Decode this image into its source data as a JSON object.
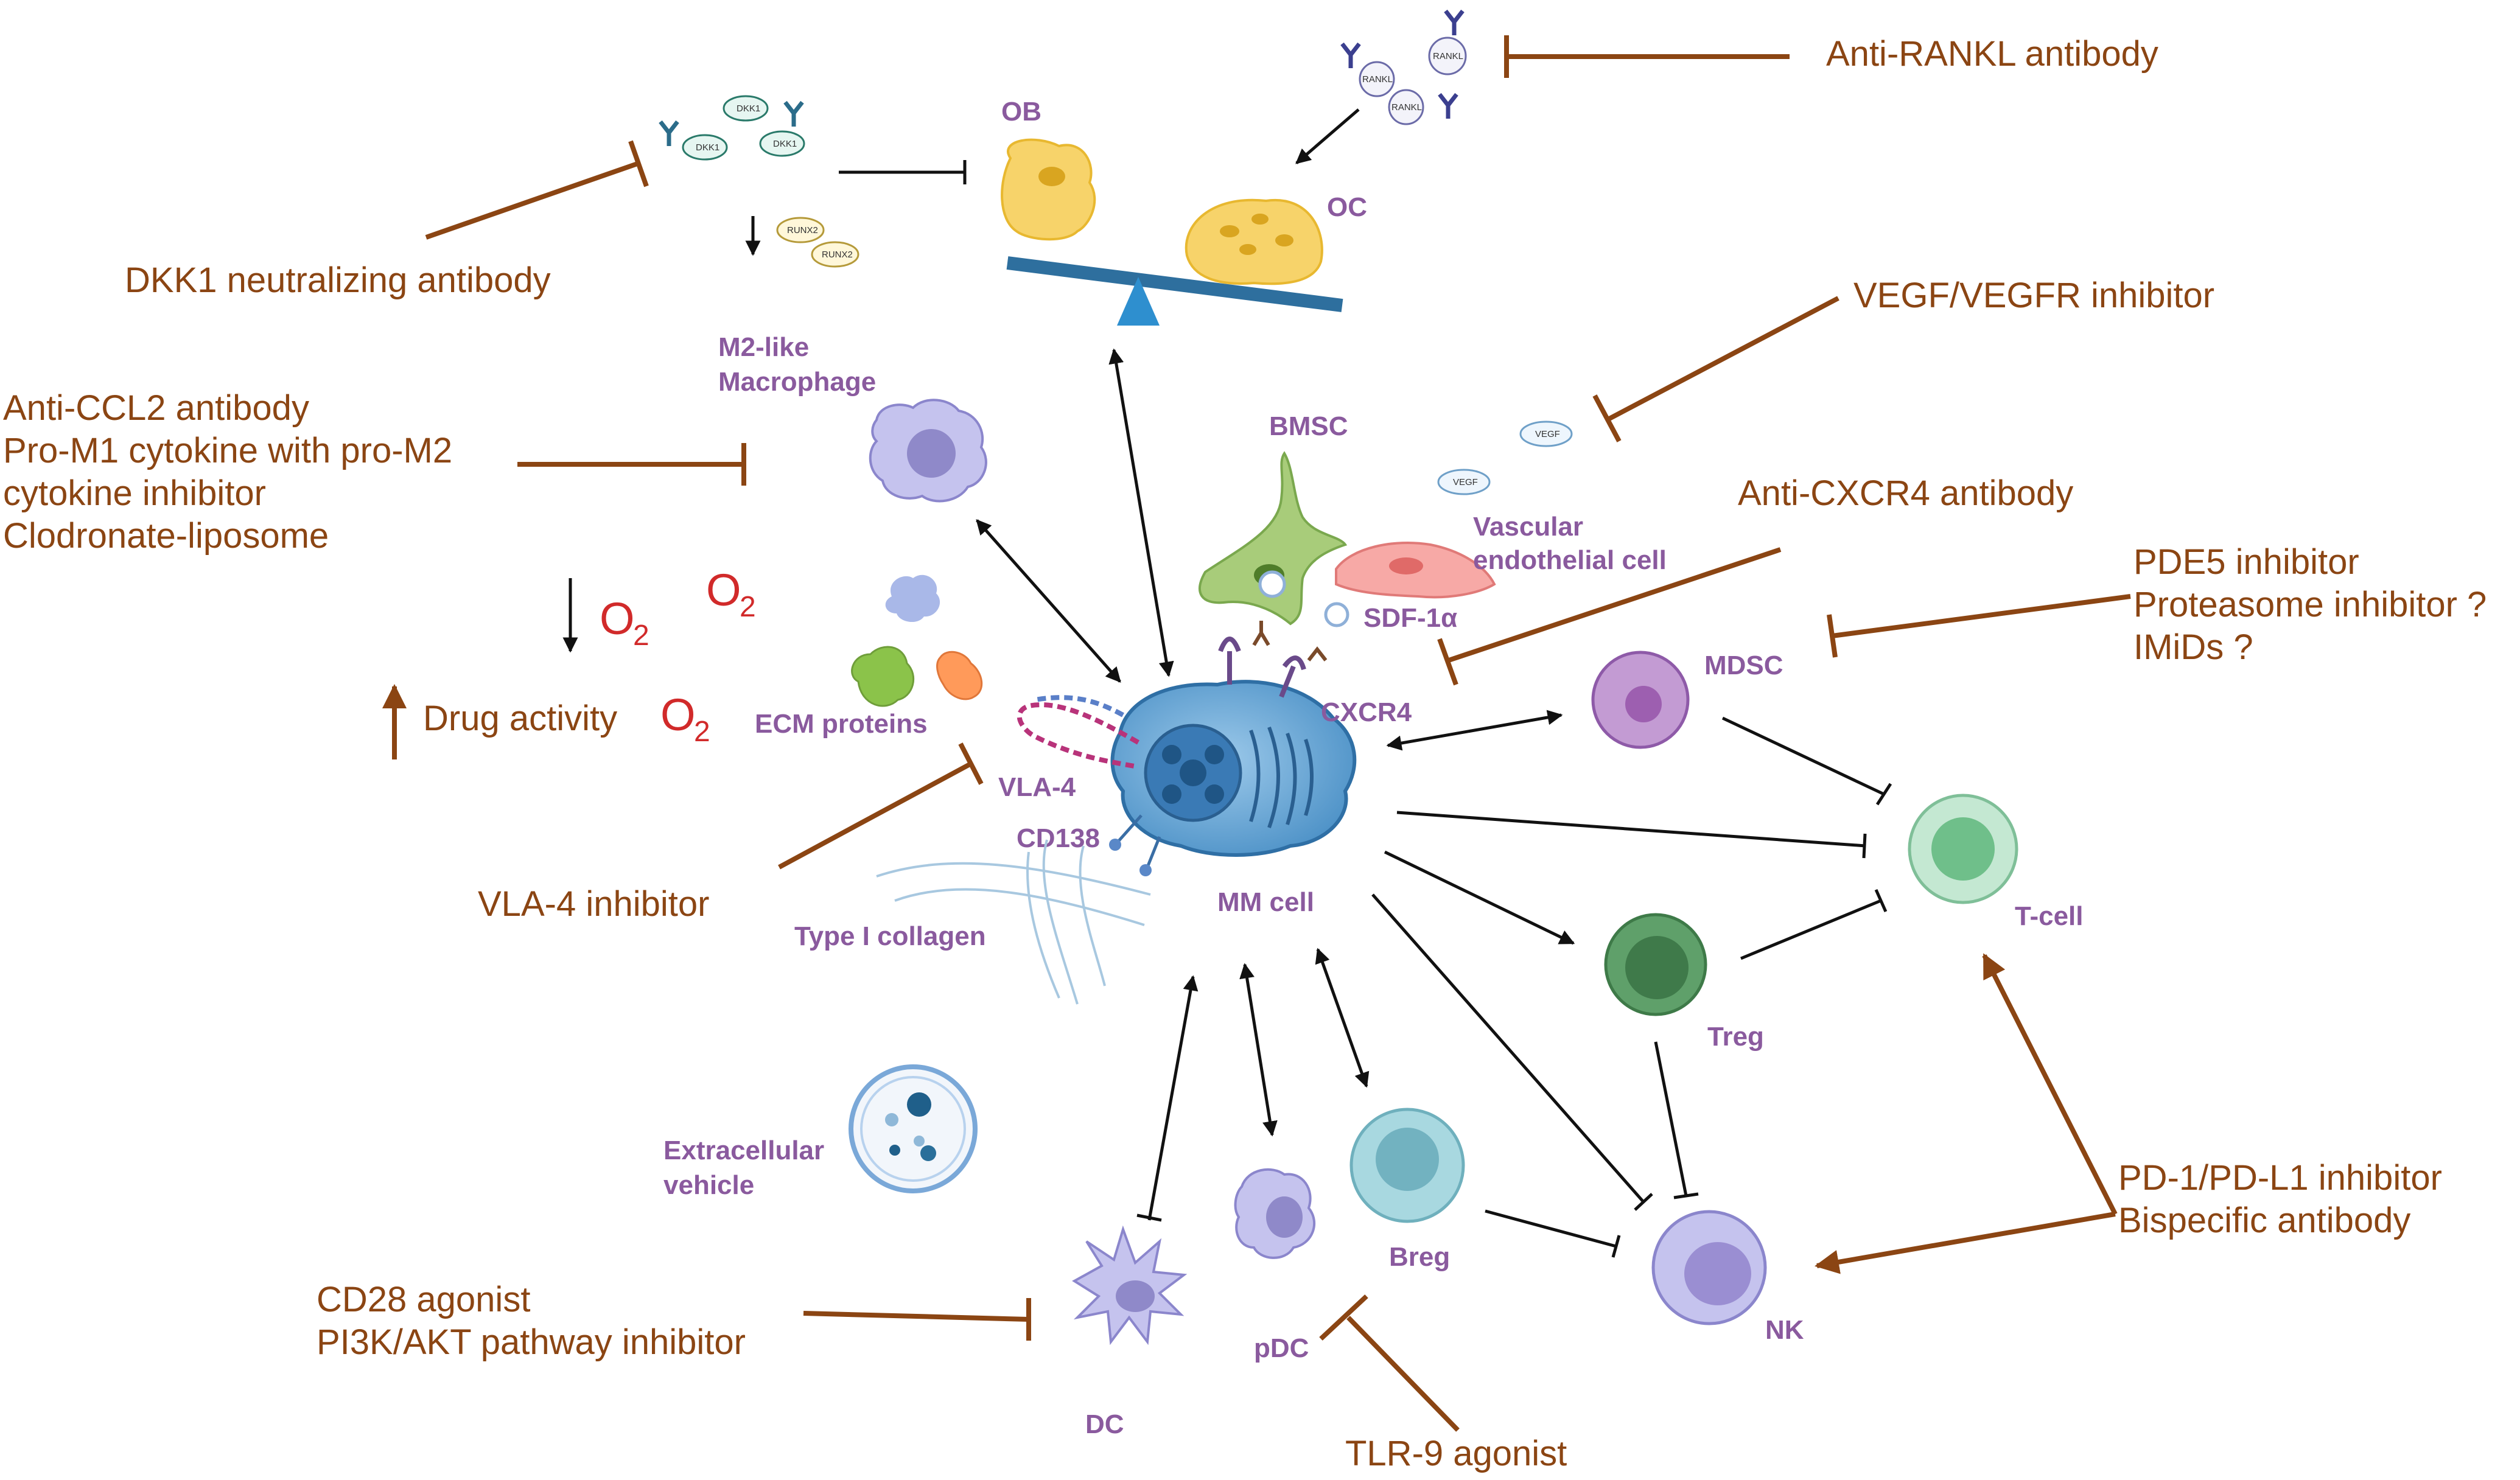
{
  "colors": {
    "cell_label": "#8a5a9e",
    "drug_text": "#8b4513",
    "oxygen_text": "#d12a2a",
    "black_arrow": "#111111",
    "brown_arrow": "#8b4513"
  },
  "cells": {
    "ob": "OB",
    "oc": "OC",
    "m2_line1": "M2-like",
    "m2_line2": "Macrophage",
    "bmsc": "BMSC",
    "vascular_line1": "Vascular",
    "vascular_line2": "endothelial cell",
    "sdf": "SDF-1α",
    "cxcr4": "CXCR4",
    "mdsc": "MDSC",
    "ecm": "ECM proteins",
    "vla4": "VLA-4",
    "cd138": "CD138",
    "collagen": "Type I collagen",
    "mm": "MM cell",
    "tcell": "T-cell",
    "treg": "Treg",
    "ev_line1": "Extracellular",
    "ev_line2": "vehicle",
    "breg": "Breg",
    "pdc": "pDC",
    "dc": "DC",
    "nk": "NK"
  },
  "proteins": {
    "dkk1": "DKK1",
    "runx2": "RUNX2",
    "rankl": "RANKL",
    "vegf": "VEGF"
  },
  "therapies": {
    "anti_rankl": "Anti-RANKL antibody",
    "dkk1_ab": "DKK1 neutralizing antibody",
    "vegf_inhibitor": "VEGF/VEGFR inhibitor",
    "macrophage_therapies": [
      "Anti-CCL2 antibody",
      "Pro-M1 cytokine with pro-M2",
      "cytokine inhibitor",
      "Clodronate-liposome"
    ],
    "anti_cxcr4": "Anti-CXCR4 antibody",
    "mdsc_therapies": [
      "PDE5 inhibitor",
      "Proteasome inhibitor ?",
      "IMiDs ?"
    ],
    "vla4_inhibitor": "VLA-4 inhibitor",
    "checkpoint_therapies": [
      "PD-1/PD-L1 inhibitor",
      "Bispecific antibody"
    ],
    "dc_therapies": [
      "CD28 agonist",
      "PI3K/AKT pathway inhibitor"
    ],
    "tlr9": "TLR-9 agonist"
  },
  "hypoxia": {
    "o2": "O",
    "sub": "2",
    "drug_activity": "Drug activity"
  }
}
